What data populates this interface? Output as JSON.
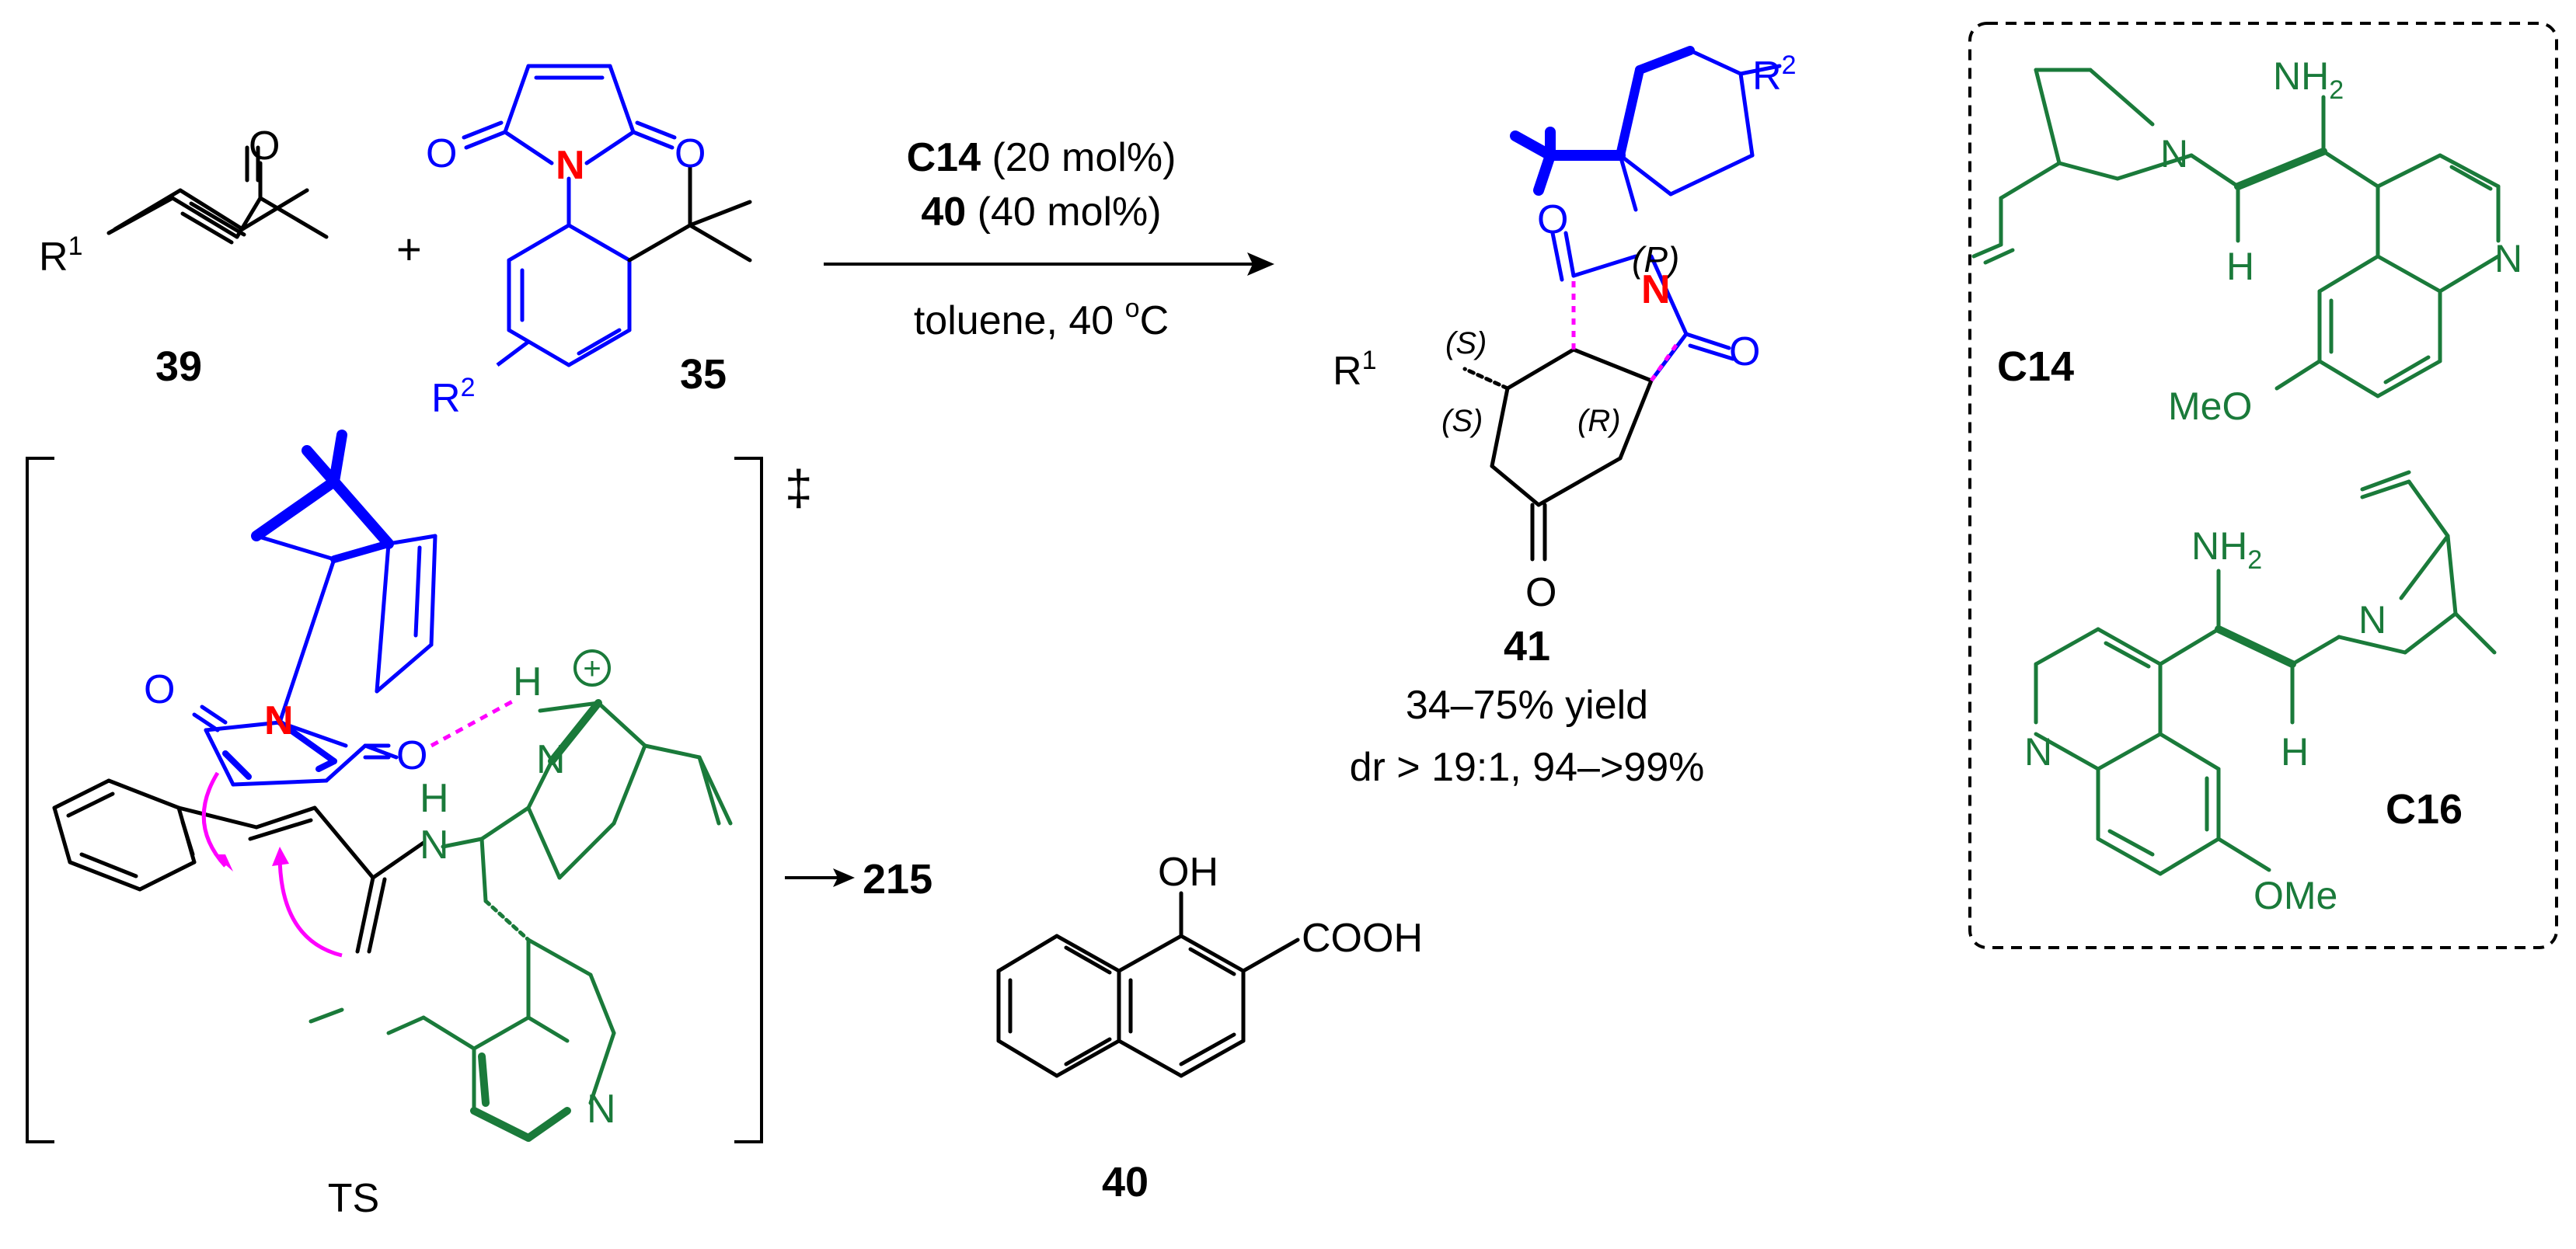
{
  "colors": {
    "black": "#000000",
    "blue": "#0000ff",
    "red": "#ff0000",
    "green": "#1a7a3a",
    "magenta": "#ff00ff"
  },
  "compounds": {
    "enone": {
      "number": "39",
      "r_label": "R",
      "r_sup": "1"
    },
    "plus": "+",
    "maleimide": {
      "number": "35",
      "n_label": "N",
      "o_label": "O",
      "r_label": "R",
      "r_sup": "2"
    },
    "product": {
      "number": "41",
      "yield": "34–75% yield",
      "selectivity": "dr > 19:1, 94–>99%",
      "stereo_s1": "(S)",
      "stereo_s2": "(S)",
      "stereo_r": "(R)",
      "axial": "(P)",
      "r1": "R",
      "r1_sup": "1",
      "r2": "R",
      "r2_sup": "2",
      "n_label": "N",
      "o_label": "O"
    },
    "acid": {
      "number": "40",
      "oh": "OH",
      "cooh": "COOH"
    },
    "catalyst_c14": {
      "label": "C14",
      "nh2": "NH",
      "nh2_sub": "2",
      "n": "N",
      "h": "H",
      "meo": "MeO"
    },
    "catalyst_c16": {
      "label": "C16",
      "nh2": "NH",
      "nh2_sub": "2",
      "n": "N",
      "h": "H",
      "ome": "OMe"
    }
  },
  "reaction": {
    "catalyst_bold": "C14",
    "catalyst_load": " (20 mol%)",
    "additive_bold": "40",
    "additive_load": " (40 mol%)",
    "conditions": "toluene, 40 ",
    "degree": "o",
    "temp_unit": "C"
  },
  "transition_state": {
    "label": "TS",
    "dagger": "‡",
    "product_ref": "215",
    "plus_charge": "+",
    "n_label": "N",
    "h_label": "H",
    "o_label": "O",
    "nh_h": "H",
    "nh_n": "N",
    "q_n": "N"
  }
}
